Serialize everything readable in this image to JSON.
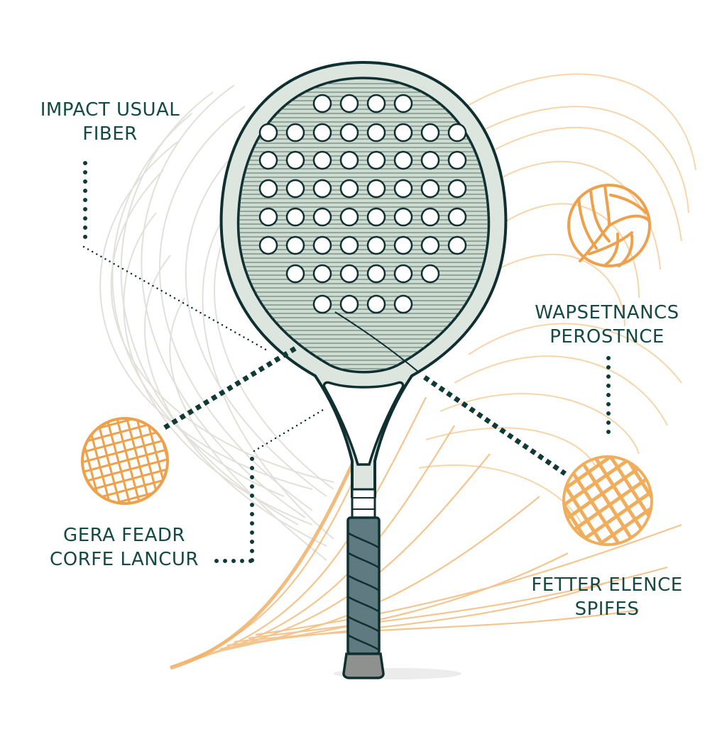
{
  "diagram": {
    "subject": "padel racket",
    "colors": {
      "ink": "#0f3a36",
      "label_text": "#154a44",
      "face_fill": "#cfdcd2",
      "frame_fill": "#dce6df",
      "accent_orange": "#eea04a",
      "swoosh_light_orange": "#f5c78f",
      "swoosh_gray": "#d9d6cf",
      "grip": "#5f7a80",
      "butt_cap": "#8e918e",
      "background": "#ffffff"
    },
    "callouts": [
      {
        "id": "top-left",
        "lines": [
          "IMPACT USUAL",
          "FIBER"
        ],
        "icon": "none"
      },
      {
        "id": "right-upper",
        "lines": [
          "WAPSETNANCS",
          "PEROSTNCE"
        ],
        "icon": "volleyball-icon"
      },
      {
        "id": "left-lower",
        "lines": [
          "GERA FEADR",
          "CORFE LANCUR"
        ],
        "icon": "mesh-ball-icon"
      },
      {
        "id": "right-lower",
        "lines": [
          "FETTER ELENCE",
          "SPIFES"
        ],
        "icon": "mesh-ball-icon"
      }
    ],
    "face_holes": {
      "rows": [
        4,
        8,
        8,
        8,
        8,
        8,
        6,
        4
      ]
    }
  }
}
